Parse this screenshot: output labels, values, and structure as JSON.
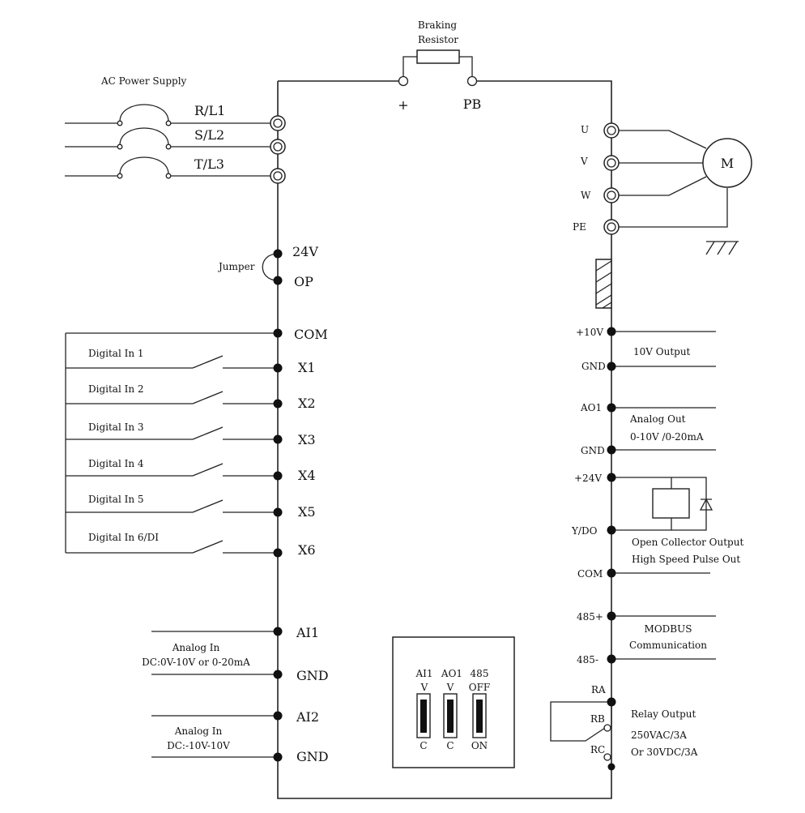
{
  "diagram": {
    "braking_resistor": {
      "line1": "Braking",
      "line2": "Resistor",
      "plus": "+",
      "pb": "PB"
    },
    "ac_power_supply": "AC Power Supply",
    "power_terminals": [
      "R/L1",
      "S/L2",
      "T/L3"
    ],
    "motor_terminals": [
      "U",
      "V",
      "W",
      "PE"
    ],
    "motor": "M",
    "jumper": {
      "label": "Jumper",
      "top": "24V",
      "bottom": "OP"
    },
    "digital_common": "COM",
    "digital_inputs": [
      {
        "label": "Digital In 1",
        "terminal": "X1"
      },
      {
        "label": "Digital In 2",
        "terminal": "X2"
      },
      {
        "label": "Digital In 3",
        "terminal": "X3"
      },
      {
        "label": "Digital In 4",
        "terminal": "X4"
      },
      {
        "label": "Digital In 5",
        "terminal": "X5"
      },
      {
        "label": "Digital In 6/DI",
        "terminal": "X6"
      }
    ],
    "analog_in_1": {
      "terminal": "AI1",
      "gnd": "GND",
      "line1": "Analog In",
      "line2": "DC:0V-10V or 0-20mA"
    },
    "analog_in_2": {
      "terminal": "AI2",
      "gnd": "GND",
      "line1": "Analog In",
      "line2": "DC:-10V-10V"
    },
    "dip_switches": [
      {
        "name": "AI1",
        "top": "V",
        "bottom": "C"
      },
      {
        "name": "AO1",
        "top": "V",
        "bottom": "C"
      },
      {
        "name": "485",
        "top": "OFF",
        "bottom": "ON"
      }
    ],
    "right_terminals": {
      "plus10v": "+10V",
      "gnd1": "GND",
      "ao1": "AO1",
      "gnd2": "GND",
      "plus24v": "+24V",
      "ydo": "Y/DO",
      "com": "COM",
      "p485": "485+",
      "n485": "485-",
      "ra": "RA",
      "rb": "RB",
      "rc": "RC"
    },
    "output_10v": "10V Output",
    "analog_out": {
      "line1": "Analog Out",
      "line2": "0-10V /0-20mA"
    },
    "open_collector": {
      "line1": "Open Collector Output",
      "line2": "High Speed Pulse Out"
    },
    "modbus": {
      "line1": "MODBUS",
      "line2": "Communication"
    },
    "relay": {
      "line1": "Relay Output",
      "line2": "250VAC/3A",
      "line3": "Or 30VDC/3A"
    }
  }
}
